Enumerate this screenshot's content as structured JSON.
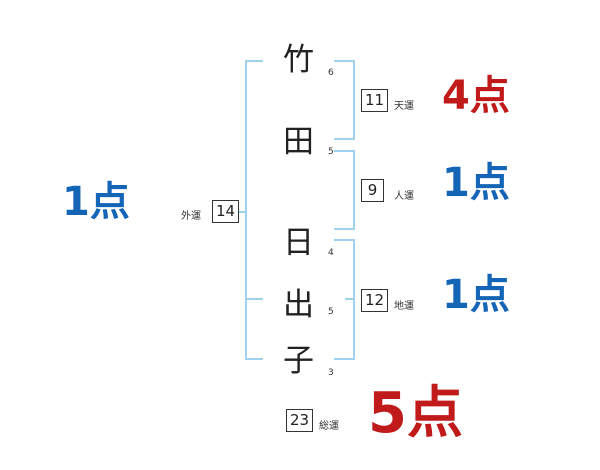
{
  "colors": {
    "good": "#1565b6",
    "bad": "#c01a1a",
    "bracket": "#9fd2ee"
  },
  "name": {
    "chars": [
      {
        "char": "竹",
        "strokes": "6"
      },
      {
        "char": "田",
        "strokes": "5"
      },
      {
        "char": "日",
        "strokes": "4"
      },
      {
        "char": "出",
        "strokes": "5"
      },
      {
        "char": "子",
        "strokes": "3"
      }
    ]
  },
  "fortunes": {
    "gaiun": {
      "label": "外運",
      "value": "14",
      "score": "1点",
      "color": "#1565b6"
    },
    "tenun": {
      "label": "天運",
      "value": "11",
      "score": "4点",
      "color": "#c01a1a"
    },
    "jinun": {
      "label": "人運",
      "value": "9",
      "score": "1点",
      "color": "#1565b6"
    },
    "chiun": {
      "label": "地運",
      "value": "12",
      "score": "1点",
      "color": "#1565b6"
    },
    "souun": {
      "label": "総運",
      "value": "23",
      "score": "5点",
      "color": "#c01a1a"
    }
  }
}
